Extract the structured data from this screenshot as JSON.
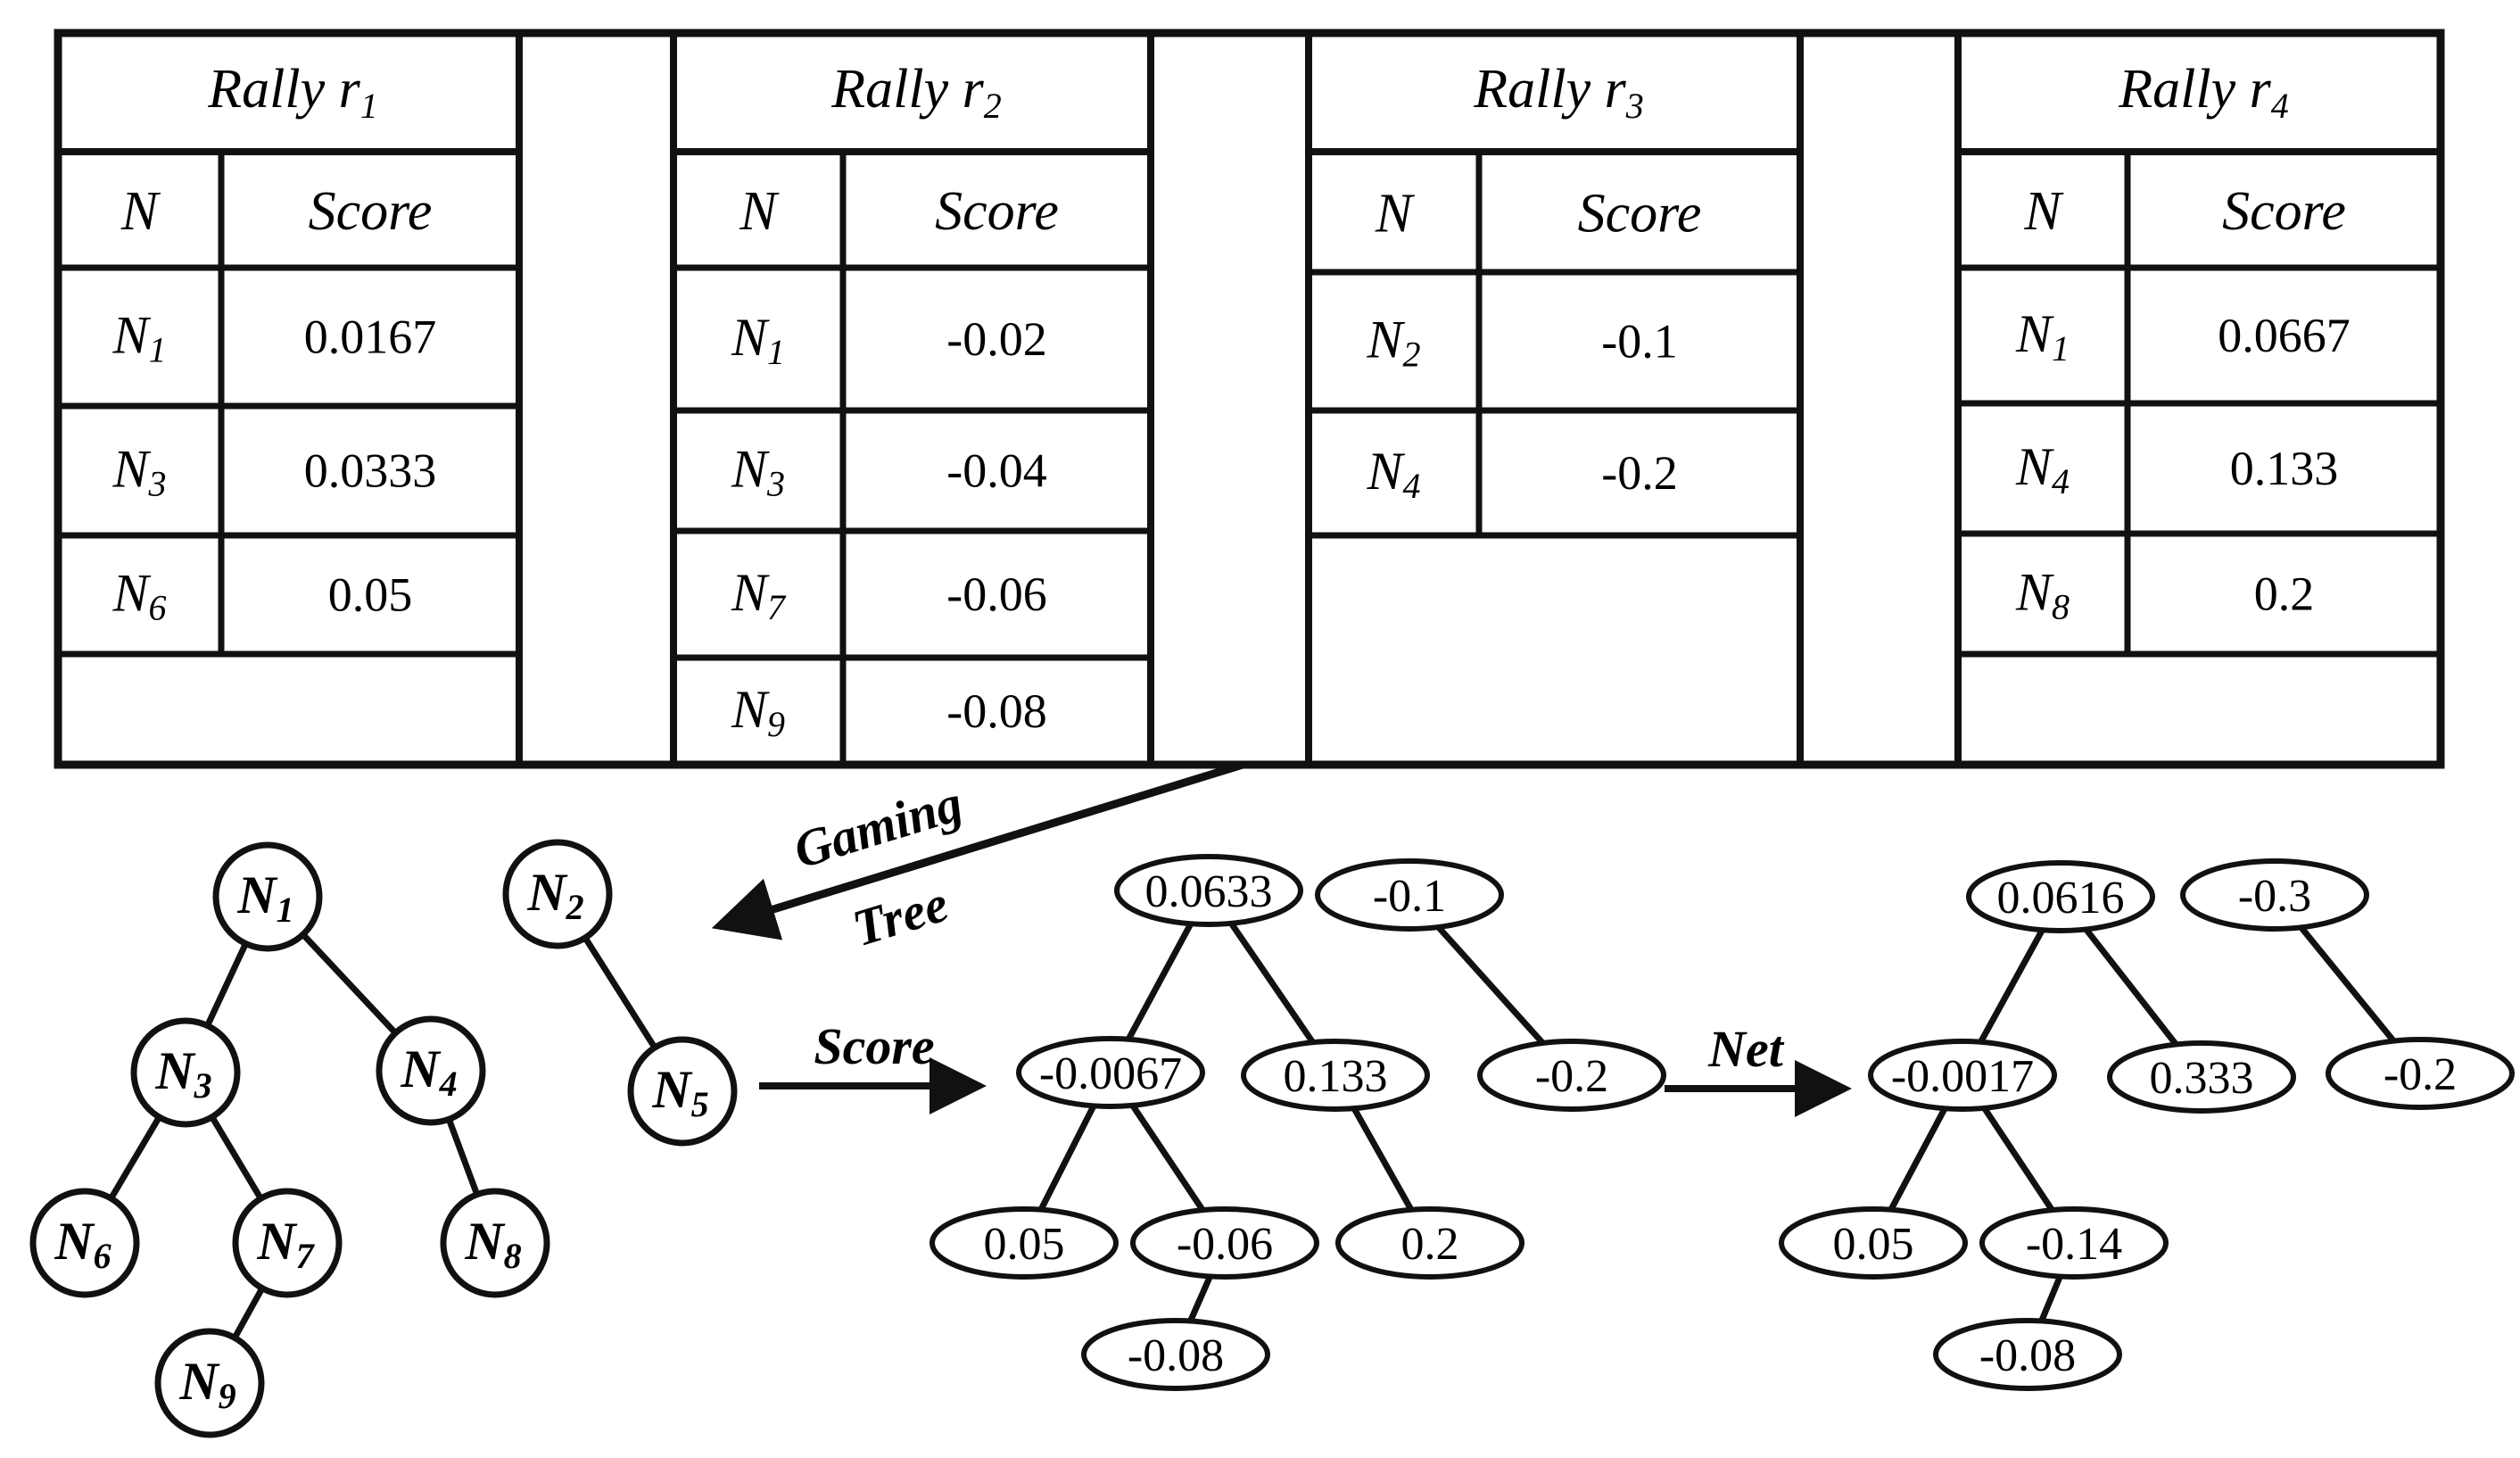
{
  "rallies": [
    {
      "title": "Rally r",
      "title_sub": "1",
      "col_node": "N",
      "col_score": "Score",
      "rows": [
        {
          "n": "N",
          "sub": "1",
          "score": "0.0167"
        },
        {
          "n": "N",
          "sub": "3",
          "score": "0.0333"
        },
        {
          "n": "N",
          "sub": "6",
          "score": "0.05"
        }
      ]
    },
    {
      "title": "Rally r",
      "title_sub": "2",
      "col_node": "N",
      "col_score": "Score",
      "rows": [
        {
          "n": "N",
          "sub": "1",
          "score": "-0.02"
        },
        {
          "n": "N",
          "sub": "3",
          "score": "-0.04"
        },
        {
          "n": "N",
          "sub": "7",
          "score": "-0.06"
        },
        {
          "n": "N",
          "sub": "9",
          "score": "-0.08"
        }
      ]
    },
    {
      "title": "Rally r",
      "title_sub": "3",
      "col_node": "N",
      "col_score": "Score",
      "rows": [
        {
          "n": "N",
          "sub": "2",
          "score": "-0.1"
        },
        {
          "n": "N",
          "sub": "4",
          "score": "-0.2"
        }
      ]
    },
    {
      "title": "Rally r",
      "title_sub": "4",
      "col_node": "N",
      "col_score": "Score",
      "rows": [
        {
          "n": "N",
          "sub": "1",
          "score": "0.0667"
        },
        {
          "n": "N",
          "sub": "4",
          "score": "0.133"
        },
        {
          "n": "N",
          "sub": "8",
          "score": "0.2"
        }
      ]
    }
  ],
  "arrows": {
    "gaming_tree_line1": "Gaming",
    "gaming_tree_line2": "Tree",
    "score": "Score",
    "net": "Net"
  },
  "gaming_tree": {
    "nodes": [
      {
        "id": "N1",
        "n": "N",
        "sub": "1"
      },
      {
        "id": "N2",
        "n": "N",
        "sub": "2"
      },
      {
        "id": "N3",
        "n": "N",
        "sub": "3"
      },
      {
        "id": "N4",
        "n": "N",
        "sub": "4"
      },
      {
        "id": "N5",
        "n": "N",
        "sub": "5"
      },
      {
        "id": "N6",
        "n": "N",
        "sub": "6"
      },
      {
        "id": "N7",
        "n": "N",
        "sub": "7"
      },
      {
        "id": "N8",
        "n": "N",
        "sub": "8"
      },
      {
        "id": "N9",
        "n": "N",
        "sub": "9"
      }
    ],
    "edges": [
      [
        "N1",
        "N3"
      ],
      [
        "N1",
        "N4"
      ],
      [
        "N3",
        "N6"
      ],
      [
        "N3",
        "N7"
      ],
      [
        "N7",
        "N9"
      ],
      [
        "N4",
        "N8"
      ],
      [
        "N2",
        "N5"
      ]
    ]
  },
  "score_tree": {
    "nodes": [
      {
        "id": "s1",
        "value": "0.0633"
      },
      {
        "id": "s2",
        "value": "-0.1"
      },
      {
        "id": "s3",
        "value": "-0.0067"
      },
      {
        "id": "s4",
        "value": "0.133"
      },
      {
        "id": "s5",
        "value": "-0.2"
      },
      {
        "id": "s6",
        "value": "0.05"
      },
      {
        "id": "s7",
        "value": "-0.06"
      },
      {
        "id": "s8",
        "value": "0.2"
      },
      {
        "id": "s9",
        "value": "-0.08"
      }
    ],
    "edges": [
      [
        "s1",
        "s3"
      ],
      [
        "s1",
        "s4"
      ],
      [
        "s3",
        "s6"
      ],
      [
        "s3",
        "s7"
      ],
      [
        "s7",
        "s9"
      ],
      [
        "s4",
        "s8"
      ],
      [
        "s2",
        "s5"
      ]
    ]
  },
  "net_tree": {
    "nodes": [
      {
        "id": "t1",
        "value": "0.0616"
      },
      {
        "id": "t2",
        "value": "-0.3"
      },
      {
        "id": "t3",
        "value": "-0.0017"
      },
      {
        "id": "t4",
        "value": "0.333"
      },
      {
        "id": "t5",
        "value": "-0.2"
      },
      {
        "id": "t6",
        "value": "0.05"
      },
      {
        "id": "t7",
        "value": "-0.14"
      },
      {
        "id": "t9",
        "value": "-0.08"
      }
    ],
    "edges": [
      [
        "t1",
        "t3"
      ],
      [
        "t1",
        "t4"
      ],
      [
        "t3",
        "t6"
      ],
      [
        "t3",
        "t7"
      ],
      [
        "t7",
        "t9"
      ],
      [
        "t2",
        "t5"
      ]
    ]
  }
}
